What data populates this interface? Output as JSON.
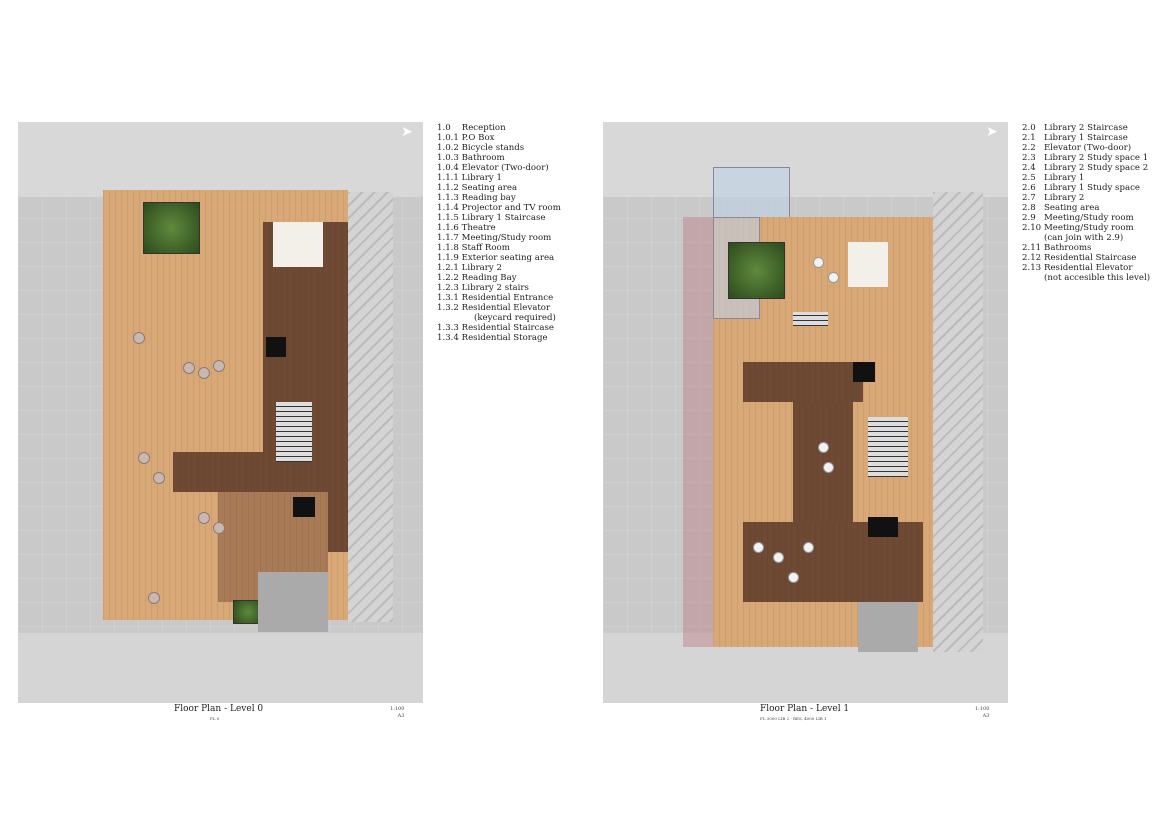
{
  "plans": [
    {
      "title": "Floor Plan - Level 0",
      "subtitle": "FL 0",
      "scale": "1:100",
      "paper": "A3",
      "legend": [
        {
          "code": "1.0",
          "label": "Reception"
        },
        {
          "code": "1.0.1",
          "label": "P.O Box"
        },
        {
          "code": "1.0.2",
          "label": "Bicycle stands"
        },
        {
          "code": "1.0.3",
          "label": "Bathroom"
        },
        {
          "code": "1.0.4",
          "label": "Elevator (Two-door)"
        },
        {
          "code": "1.1.1",
          "label": "Library 1"
        },
        {
          "code": "1.1.2",
          "label": "Seating area"
        },
        {
          "code": "1.1.3",
          "label": "Reading bay"
        },
        {
          "code": "1.1.4",
          "label": "Projector and TV room"
        },
        {
          "code": "1.1.5",
          "label": "Library 1 Staircase"
        },
        {
          "code": "1.1.6",
          "label": "Theatre"
        },
        {
          "code": "1.1.7",
          "label": "Meeting/Study room"
        },
        {
          "code": "1.1.8",
          "label": "Staff Room"
        },
        {
          "code": "1.1.9",
          "label": "Exterior seating area"
        },
        {
          "code": "1.2.1",
          "label": "Library 2"
        },
        {
          "code": "1.2.2",
          "label": "Reading Bay"
        },
        {
          "code": "1.2.3",
          "label": "Library 2 stairs"
        },
        {
          "code": "1.3.1",
          "label": "Residential Entrance"
        },
        {
          "code": "1.3.2",
          "label": "Residential Elevator"
        },
        {
          "code": "",
          "label": "(keycard required)"
        },
        {
          "code": "1.3.3",
          "label": "Residential Staircase"
        },
        {
          "code": "1.3.4",
          "label": "Residential Storage"
        }
      ]
    },
    {
      "title": "Floor Plan - Level 1",
      "subtitle": "FL 3000 LIB 2 - RES, 4000 LIB 1",
      "scale": "1:100",
      "paper": "A3",
      "legend": [
        {
          "code": "2.0",
          "label": "Library 2 Staircase"
        },
        {
          "code": "2.1",
          "label": "Library 1 Staircase"
        },
        {
          "code": "2.2",
          "label": "Elevator (Two-door)"
        },
        {
          "code": "2.3",
          "label": "Library 2 Study space 1"
        },
        {
          "code": "2.4",
          "label": "Library 2 Study space 2"
        },
        {
          "code": "2.5",
          "label": "Library 1"
        },
        {
          "code": "2.6",
          "label": "Library 1 Study space"
        },
        {
          "code": "2.7",
          "label": "Library 2"
        },
        {
          "code": "2.8",
          "label": "Seating area"
        },
        {
          "code": "2.9",
          "label": "Meeting/Study room"
        },
        {
          "code": "2.10",
          "label": "Meeting/Study room"
        },
        {
          "code": "",
          "label": "(can join with 2.9)"
        },
        {
          "code": "2.11",
          "label": "Bathrooms"
        },
        {
          "code": "2.12",
          "label": "Residential Staircase"
        },
        {
          "code": "2.13",
          "label": "Residential Elevator"
        },
        {
          "code": "",
          "label": "(not accesible this level)"
        }
      ]
    }
  ],
  "north_icon": "north-arrow-icon"
}
